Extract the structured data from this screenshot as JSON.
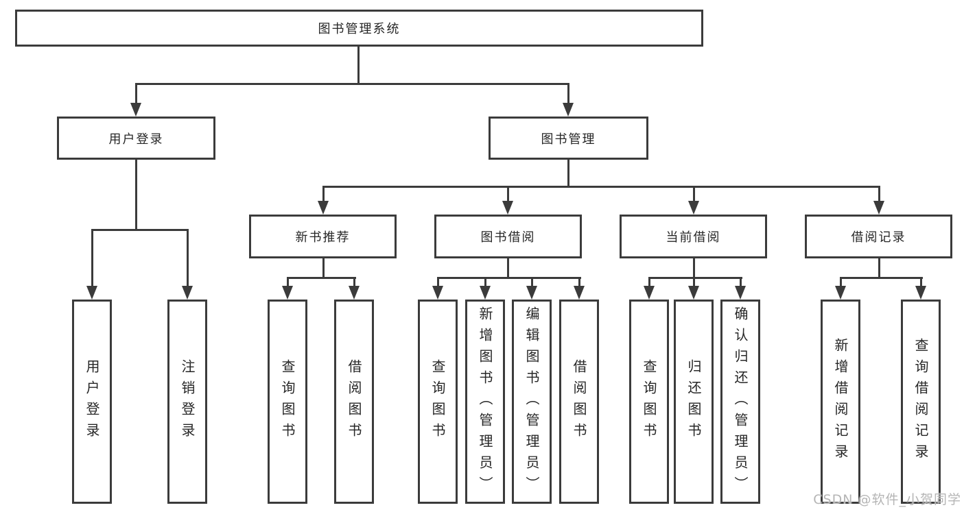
{
  "diagram": {
    "root": {
      "label": "图书管理系统",
      "children": [
        {
          "label": "用户登录",
          "children": [
            {
              "label": "用户登录"
            },
            {
              "label": "注销登录"
            }
          ]
        },
        {
          "label": "图书管理",
          "children": [
            {
              "label": "新书推荐",
              "children": [
                {
                  "label": "查询图书"
                },
                {
                  "label": "借阅图书"
                }
              ]
            },
            {
              "label": "图书借阅",
              "children": [
                {
                  "label": "查询图书"
                },
                {
                  "label": "新增图书（管理员）"
                },
                {
                  "label": "编辑图书（管理员）"
                },
                {
                  "label": "借阅图书"
                }
              ]
            },
            {
              "label": "当前借阅",
              "children": [
                {
                  "label": "查询图书"
                },
                {
                  "label": "归还图书"
                },
                {
                  "label": "确认归还（管理员）"
                }
              ]
            },
            {
              "label": "借阅记录",
              "children": [
                {
                  "label": "新增借阅记录"
                },
                {
                  "label": "查询借阅记录"
                }
              ]
            }
          ]
        }
      ]
    },
    "watermark": "CSDN @软件_小贺同学",
    "colors": {
      "line": "#3b3b3b",
      "text": "#262626",
      "background": "#ffffff",
      "watermark": "#b5b5b5"
    }
  }
}
